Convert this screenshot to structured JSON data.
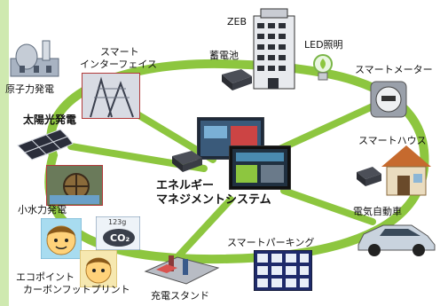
{
  "colors": {
    "ring": "#8dc63f",
    "ring_dark": "#6fa52c",
    "left_strip": "#cfe9b0"
  },
  "labels": {
    "nuclear": "原子力発電",
    "smart_interface_line1": "スマート",
    "smart_interface_line2": "インターフェイス",
    "storage_battery": "蓄電池",
    "zeb": "ZEB",
    "led_lighting": "LED照明",
    "smart_meter": "スマートメーター",
    "solar": "太陽光発電",
    "smart_house": "スマートハウス",
    "ems_line1": "エネルギー",
    "ems_line2": "マネジメントシステム",
    "small_hydro": "小水力発電",
    "ev": "電気自動車",
    "co2_badge": "CO₂",
    "co2_small": "123g",
    "smart_parking": "スマートパーキング",
    "eco_point": "エコポイント",
    "carbon_footprint": "カーボンフットプリント",
    "charging_stand": "充電スタンド"
  },
  "icons": {
    "nuclear": "nuclear-plant-icon",
    "interface": "smart-interface-photo",
    "battery": "storage-battery-icon",
    "building": "zeb-building-icon",
    "led": "led-bulb-icon",
    "meter": "smart-meter-icon",
    "solar": "solar-panel-icon",
    "house": "smart-house-icon",
    "ems": "ems-monitor-icon",
    "hydro": "small-hydro-photo",
    "car": "electric-car-icon",
    "face": "face-icon",
    "co2": "co2-icon",
    "parking": "smart-parking-icon",
    "station": "charging-stand-icon"
  }
}
